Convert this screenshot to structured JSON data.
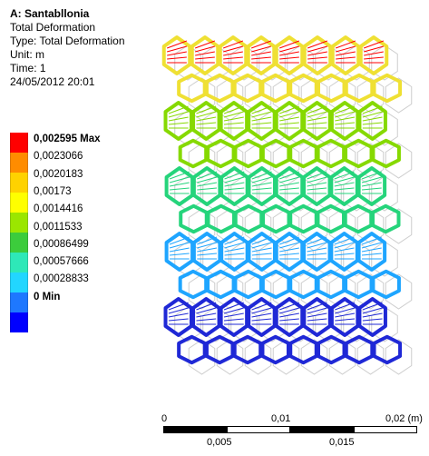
{
  "header": {
    "title": "A: Santabllonia",
    "line1": "Total Deformation",
    "line2": "Type: Total Deformation",
    "line3": "Unit: m",
    "line4": "Time: 1",
    "line5": "24/05/2012 20:01"
  },
  "legend": {
    "entries": [
      {
        "label": "0,002595 Max",
        "color": "#ff0000",
        "strong": true
      },
      {
        "label": "0,0023066",
        "color": "#ff8c00",
        "strong": false
      },
      {
        "label": "0,0020183",
        "color": "#ffd200",
        "strong": false
      },
      {
        "label": "0,00173",
        "color": "#ffff00",
        "strong": false
      },
      {
        "label": "0,0014416",
        "color": "#9be600",
        "strong": false
      },
      {
        "label": "0,0011533",
        "color": "#3ccc3c",
        "strong": false
      },
      {
        "label": "0,00086499",
        "color": "#2ee8b8",
        "strong": false
      },
      {
        "label": "0,00057666",
        "color": "#22d6ff",
        "strong": false
      },
      {
        "label": "0,00028833",
        "color": "#1e78ff",
        "strong": false
      },
      {
        "label": "0 Min",
        "color": "#0000ff",
        "strong": true
      }
    ]
  },
  "scale_bar": {
    "top_labels": [
      "0",
      "0,01",
      "0,02 (m)"
    ],
    "bottom_labels": [
      "0,005",
      "0,015"
    ]
  },
  "mesh_colors": {
    "row_colors": [
      "#efe033",
      "#86d900",
      "#25d47b",
      "#1ea5ff",
      "#1f28d6"
    ],
    "undeformed": "#b8b8b8",
    "hot": "#ff0000"
  }
}
